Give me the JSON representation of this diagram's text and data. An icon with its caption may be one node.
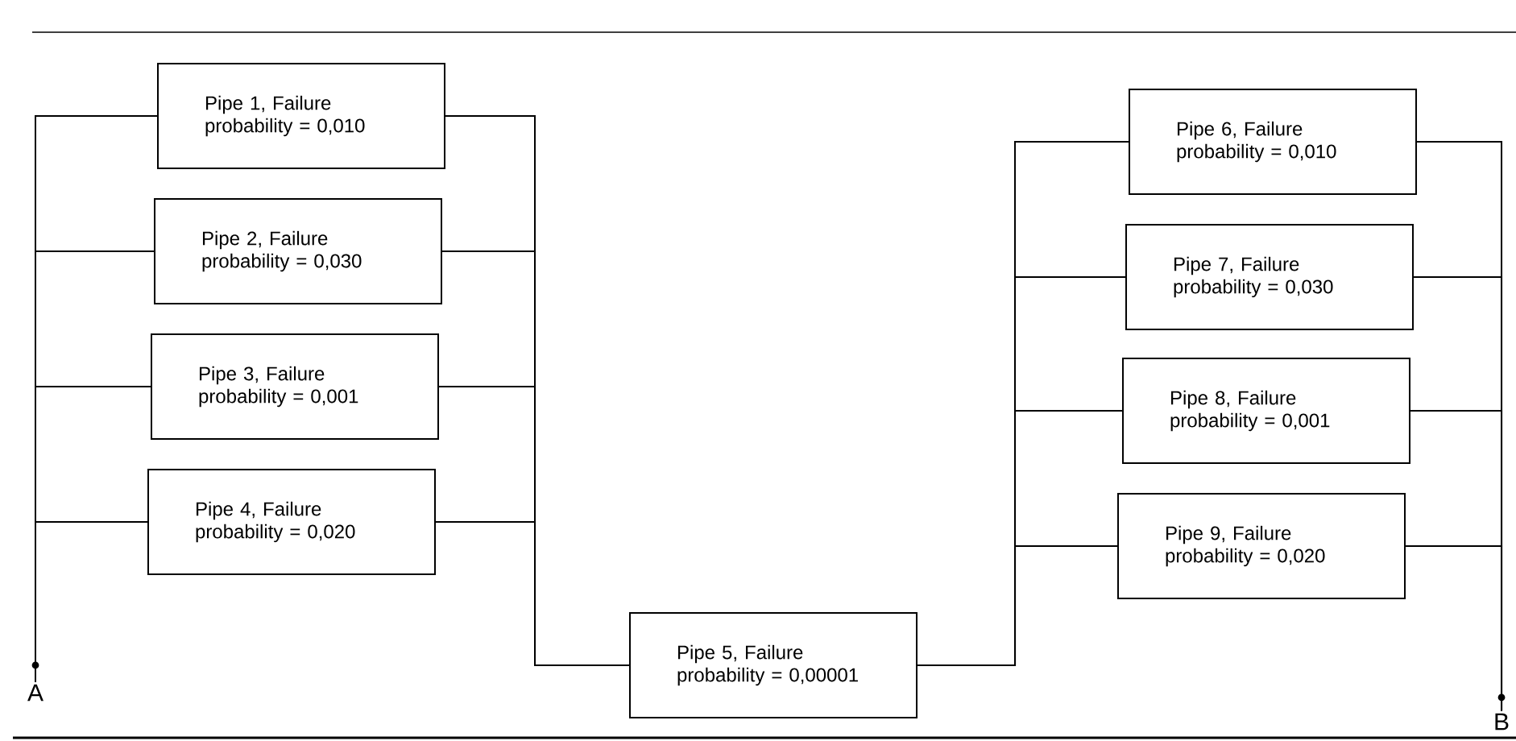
{
  "diagram": {
    "nodes": [
      {
        "text": [
          "A"
        ]
      },
      {
        "text": [
          "Pipe 1, Failure probability = 0,010"
        ]
      },
      {
        "text": [
          "Pipe 2, Failure probability = 0,030"
        ]
      },
      {
        "text": [
          "Pipe 3, Failure probability = 0,001"
        ]
      },
      {
        "text": [
          "Pipe 4, Failure probability = 0,020"
        ]
      },
      {
        "text": [
          "Pipe 5, Failure probability = 0,00001"
        ]
      },
      {
        "text": [
          "Pipe 6, Failure probability = 0,010"
        ]
      },
      {
        "text": [
          "Pipe 7, Failure probability = 0,030"
        ]
      },
      {
        "text": [
          "Pipe 8, Failure probability = 0,001"
        ]
      },
      {
        "text": [
          "Pipe 9, Failure probability = 0,020"
        ]
      },
      {
        "text": [
          "B"
        ]
      }
    ],
    "edges": [
      {
        "from": 0,
        "to": 1,
        "arrow": "none"
      },
      {
        "from": 0,
        "to": 2,
        "arrow": "none"
      },
      {
        "from": 0,
        "to": 3,
        "arrow": "none"
      },
      {
        "from": 0,
        "to": 4,
        "arrow": "none"
      },
      {
        "from": 1,
        "to": 5,
        "arrow": "none"
      },
      {
        "from": 2,
        "to": 5,
        "arrow": "none"
      },
      {
        "from": 3,
        "to": 5,
        "arrow": "none"
      },
      {
        "from": 4,
        "to": 5,
        "arrow": "none"
      },
      {
        "from": 5,
        "to": 6,
        "arrow": "none"
      },
      {
        "from": 5,
        "to": 7,
        "arrow": "none"
      },
      {
        "from": 5,
        "to": 8,
        "arrow": "none"
      },
      {
        "from": 5,
        "to": 9,
        "arrow": "none"
      },
      {
        "from": 6,
        "to": 10,
        "arrow": "none"
      },
      {
        "from": 7,
        "to": 10,
        "arrow": "none"
      },
      {
        "from": 8,
        "to": 10,
        "arrow": "none"
      },
      {
        "from": 9,
        "to": 10,
        "arrow": "none"
      }
    ]
  }
}
